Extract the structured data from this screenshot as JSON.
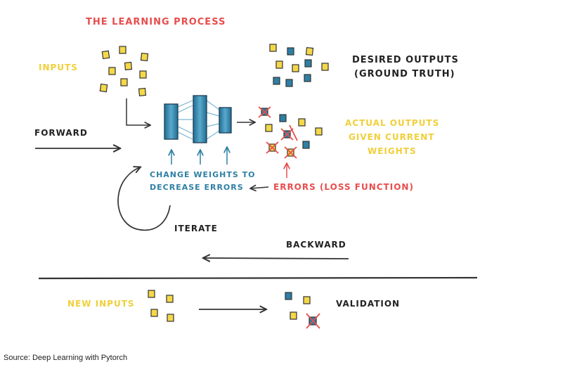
{
  "title": "THE LEARNING PROCESS",
  "labels": {
    "inputs": "INPUTS",
    "desired_outputs_line1": "DESIRED OUTPUTS",
    "desired_outputs_line2": "(GROUND TRUTH)",
    "forward": "FORWARD",
    "actual_line1": "ACTUAL OUTPUTS",
    "actual_line2": "GIVEN CURRENT",
    "actual_line3": "WEIGHTS",
    "change_line1": "CHANGE WEIGHTS TO",
    "change_line2": "DECREASE ERRORS",
    "errors": "ERRORS (LOSS FUNCTION)",
    "iterate": "ITERATE",
    "backward": "BACKWARD",
    "new_inputs": "NEW INPUTS",
    "validation": "VALIDATION"
  },
  "caption": "Source: Deep Learning with Pytorch",
  "colors": {
    "red": "#e84d4d",
    "yellow": "#f1cf3a",
    "blue": "#2e7fa3",
    "dark": "#333333"
  }
}
